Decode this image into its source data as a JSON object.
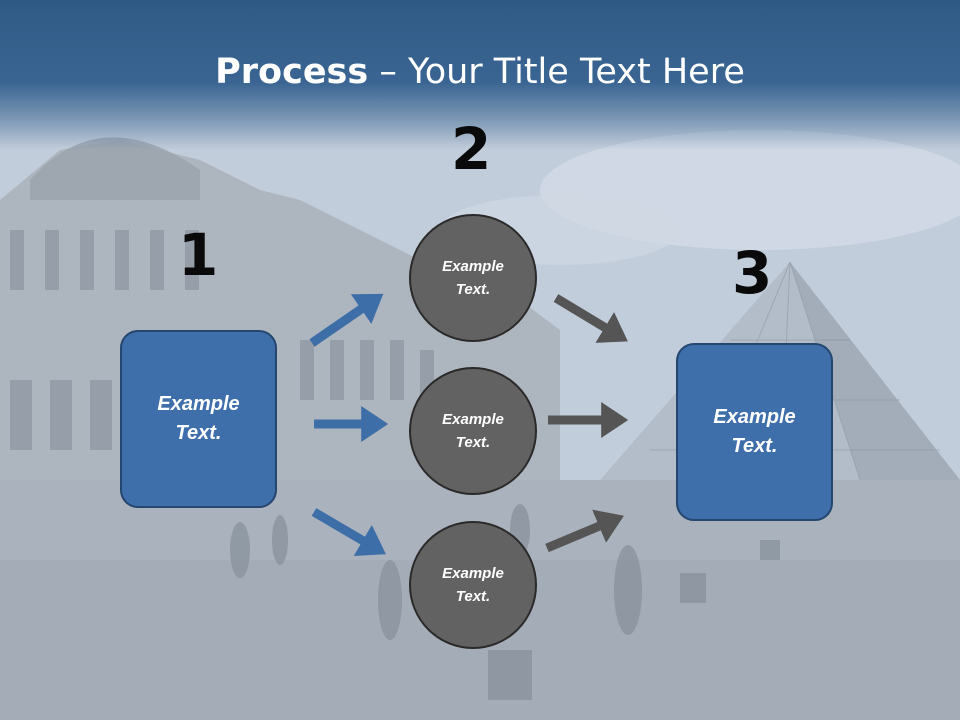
{
  "slide": {
    "title_bold": "Process",
    "title_rest": " – Your Title Text Here"
  },
  "steps": [
    {
      "number": "1",
      "label": "Example Text."
    },
    {
      "number": "2",
      "items": [
        "Example Text.",
        "Example Text.",
        "Example Text."
      ]
    },
    {
      "number": "3",
      "label": "Example Text."
    }
  ],
  "colors": {
    "header": "#2f5a86",
    "box_fill": "#3f6fab",
    "box_border": "#24466f",
    "circle_fill": "#626262",
    "blue_arrow": "#3d6ea8",
    "gray_arrow": "#555555"
  }
}
